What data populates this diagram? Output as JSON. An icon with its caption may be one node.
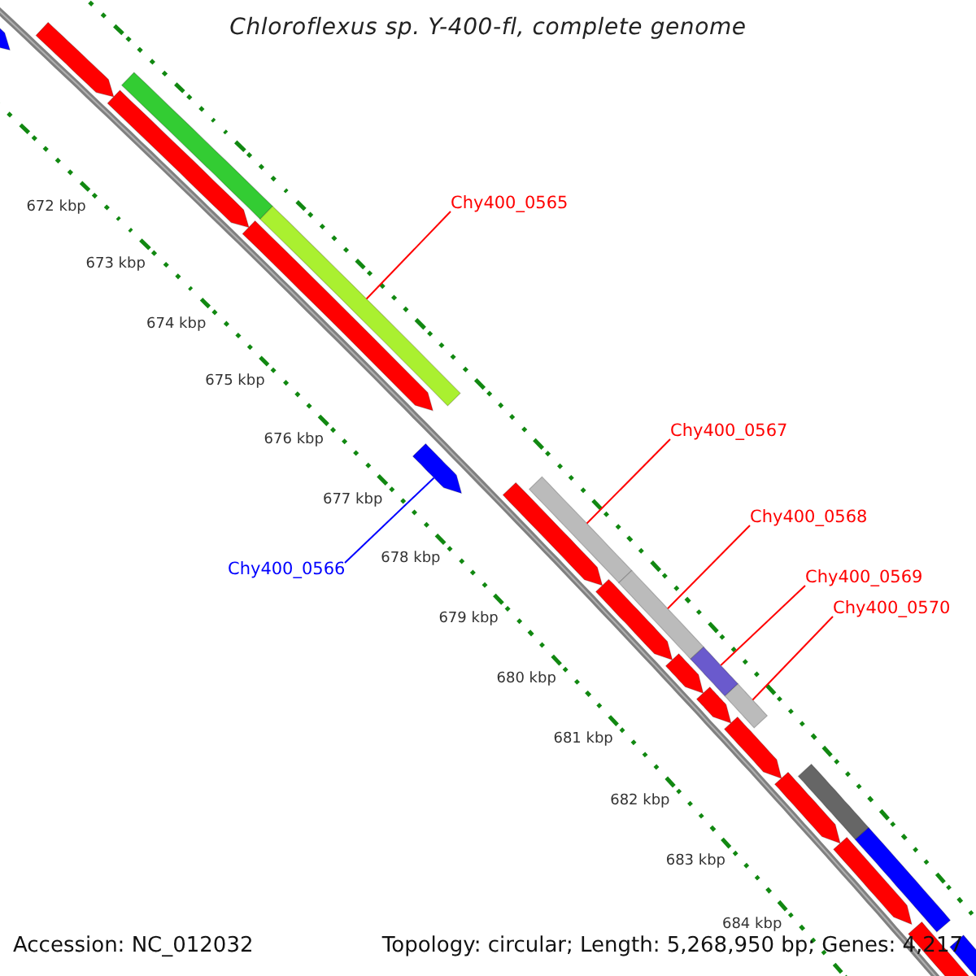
{
  "diagram": {
    "title": "Chloroflexus sp. Y-400-fl, complete genome",
    "nodes": [
      {
        "text": [
          "Chy400_0565"
        ]
      },
      {
        "text": [
          "Chy400_0566"
        ]
      },
      {
        "text": [
          "Chy400_0567"
        ]
      },
      {
        "text": [
          "Chy400_0568"
        ]
      },
      {
        "text": [
          "Chy400_0569"
        ]
      },
      {
        "text": [
          "Chy400_0570"
        ]
      },
      {
        "text": [],
        "shape": "bar"
      },
      {
        "text": [],
        "shape": "bar"
      },
      {
        "text": [],
        "shape": "bar"
      },
      {
        "text": [],
        "shape": "bar"
      },
      {
        "text": [],
        "shape": "bar"
      },
      {
        "text": [],
        "shape": "bar"
      },
      {
        "text": [],
        "shape": "bar"
      },
      {
        "text": [],
        "shape": "bar"
      },
      {
        "text": [],
        "shape": "bar"
      },
      {
        "text": [],
        "shape": "bar"
      },
      {
        "text": [],
        "shape": "bar"
      },
      {
        "text": [],
        "shape": "bar"
      },
      {
        "text": [],
        "shape": "bar"
      },
      {
        "text": [],
        "shape": "bar"
      },
      {
        "text": [],
        "shape": "bar"
      },
      {
        "text": [],
        "shape": "bar"
      },
      {
        "text": [],
        "shape": "bar"
      },
      {
        "text": [],
        "shape": "bar"
      },
      {
        "text": [],
        "shape": "bar"
      },
      {
        "text": [],
        "shape": "bar"
      },
      {
        "text": [],
        "shape": "bar"
      },
      {
        "text": [],
        "shape": "bar"
      }
    ],
    "edges": [
      {
        "from": 0,
        "to": 11,
        "arrow": "none"
      },
      {
        "from": 1,
        "to": 12,
        "arrow": "none",
        "color": "#0000ff"
      },
      {
        "from": 2,
        "to": 14,
        "arrow": "none"
      },
      {
        "from": 3,
        "to": 16,
        "arrow": "none"
      },
      {
        "from": 4,
        "to": 18,
        "arrow": "none"
      },
      {
        "from": 5,
        "to": 20,
        "arrow": "none"
      }
    ],
    "labels": [
      "672 kbp",
      "673 kbp",
      "674 kbp",
      "675 kbp",
      "676 kbp",
      "677 kbp",
      "678 kbp",
      "679 kbp",
      "680 kbp",
      "681 kbp",
      "682 kbp",
      "683 kbp",
      "684 kbp",
      "Accession: NC_012032",
      "Topology: circular; Length: 5,268,950 bp; Genes: 4,217"
    ]
  }
}
